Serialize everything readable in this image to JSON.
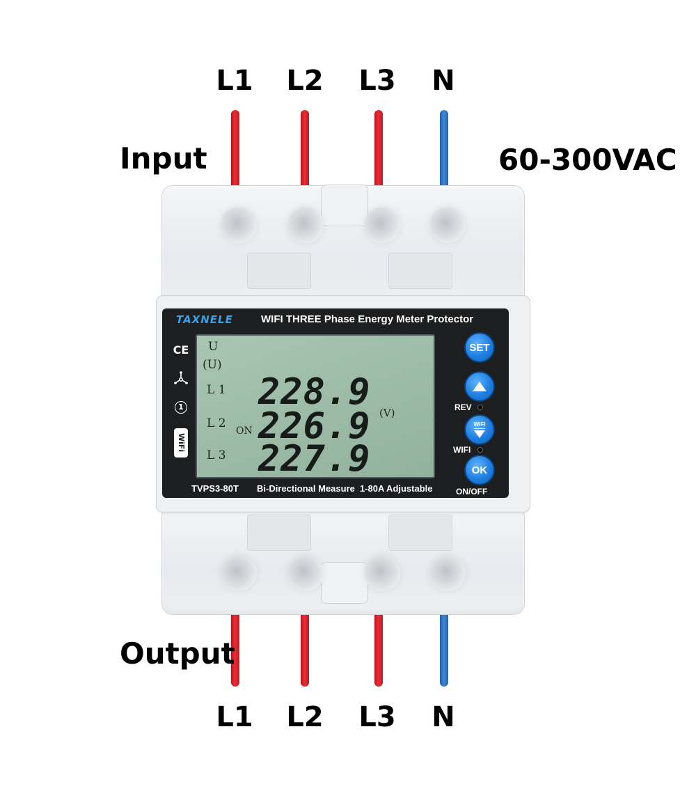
{
  "top_terminals": [
    "L1",
    "L2",
    "L3",
    "N"
  ],
  "bottom_terminals": [
    "L1",
    "L2",
    "L3",
    "N"
  ],
  "input_label": "Input",
  "output_label": "Output",
  "voltage_range": "60-300VAC",
  "wire_colors": {
    "phase": "#e52d35",
    "neutral": "#2f7dcc"
  },
  "meter": {
    "brand": "TAXNELE",
    "title": "WIFI THREE Phase Energy Meter Protector",
    "model": "TVPS3-80T",
    "feature_1": "Bi-Directional Measure",
    "feature_2": "1-80A Adjustable",
    "left_icons": [
      "CE",
      "tripod-icon",
      "1",
      "WiFi"
    ],
    "lcd": {
      "mode_top": "U",
      "mode_sub": "(U)",
      "unit": "(V)",
      "status": "ON",
      "rows": [
        {
          "label": "L 1",
          "value": "228.9"
        },
        {
          "label": "L 2",
          "value": "226.9"
        },
        {
          "label": "L 3",
          "value": "227.9"
        }
      ]
    },
    "buttons": {
      "set": "SET",
      "up_label": "REV",
      "wifi_badge": "WIFI",
      "wifi_label": "WIFI",
      "ok": "OK",
      "ok_label": "ON/OFF"
    }
  }
}
